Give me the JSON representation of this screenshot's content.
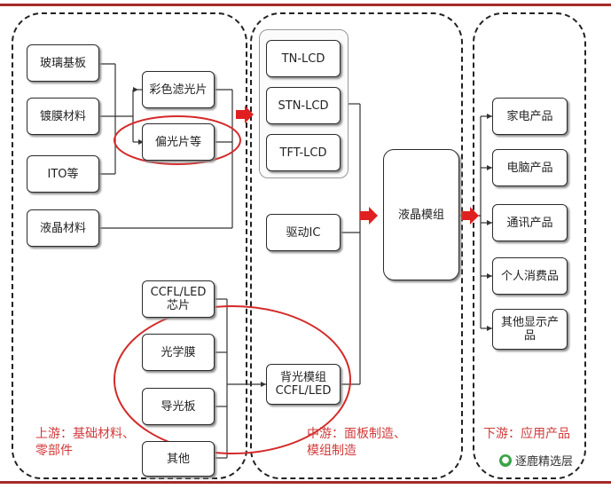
{
  "upstream": {
    "materials": [
      "玻璃基板",
      "镀膜材料",
      "ITO等",
      "液晶材料"
    ],
    "components": [
      "彩色滤光片",
      "偏光片等"
    ],
    "backlight_parts": [
      "CCFL/LED芯片",
      "光学膜",
      "导光板",
      "其他"
    ],
    "label_line1": "上游：基础材料、",
    "label_line2": "零部件"
  },
  "midstream": {
    "lcd_types": [
      "TN-LCD",
      "STN-LCD",
      "TFT-LCD"
    ],
    "driver": "驱动IC",
    "backlight_module_line1": "背光模组",
    "backlight_module_line2": "CCFL/LED",
    "lcd_module": "液晶模组",
    "label_line1": "中游：面板制造、",
    "label_line2": "模组制造"
  },
  "downstream": {
    "products": [
      "家电产品",
      "电脑产品",
      "通讯产品",
      "个人消费品",
      "其他显示产品"
    ],
    "label": "下游：应用产品"
  },
  "watermark": "逐鹿精选层",
  "colors": {
    "stage_label": "#d13a3a",
    "arrow": "#e02020",
    "ellipse": "#d42a2a",
    "rule": "#a52a2a"
  }
}
